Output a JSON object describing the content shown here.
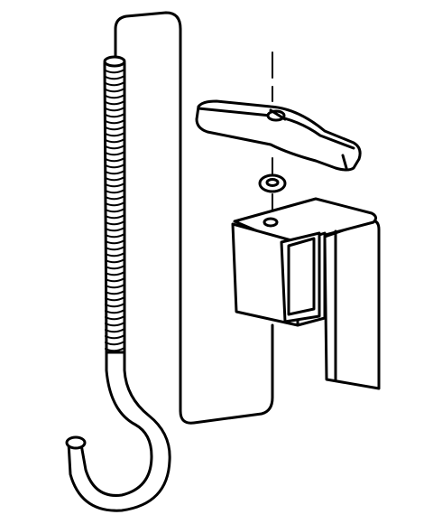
{
  "diagram": {
    "type": "exploded-assembly-line-drawing",
    "labels": [],
    "parts": [
      {
        "id": "hooked-rod",
        "icon": "threaded-hook-rod"
      },
      {
        "id": "t-handle",
        "icon": "t-handle-wing"
      },
      {
        "id": "washer",
        "icon": "flat-washer"
      },
      {
        "id": "u-bracket",
        "icon": "u-channel-bracket"
      }
    ],
    "colors": {
      "stroke": "#000000",
      "background": "#ffffff"
    }
  }
}
